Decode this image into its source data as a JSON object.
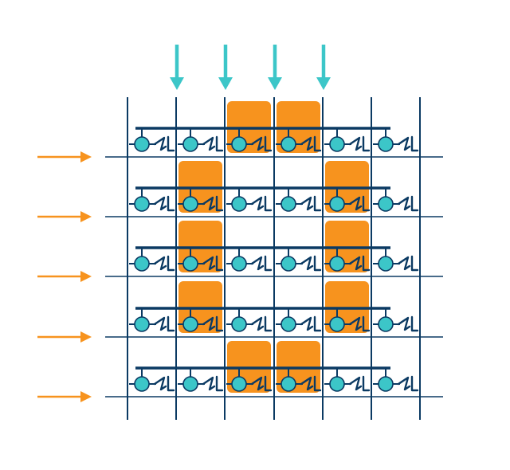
{
  "diagram": {
    "rows": 5,
    "columns": 6,
    "highlighted_cells": [
      [
        0,
        2
      ],
      [
        0,
        3
      ],
      [
        1,
        1
      ],
      [
        1,
        4
      ],
      [
        2,
        1
      ],
      [
        2,
        4
      ],
      [
        3,
        1
      ],
      [
        3,
        4
      ],
      [
        4,
        2
      ],
      [
        4,
        3
      ]
    ],
    "colors": {
      "grid": "#0b3a63",
      "node": "#3cc6c8",
      "node_stroke": "#0b3a63",
      "highlight": "#f7931e",
      "row_arrow": "#f7931e",
      "column_arrow": "#3cc6c8",
      "background": "#ffffff"
    },
    "icons": {
      "node": "circle-node-icon",
      "transistor": "transistor-switch-icon",
      "row_input": "arrow-right-icon",
      "column_input": "arrow-down-icon"
    }
  }
}
